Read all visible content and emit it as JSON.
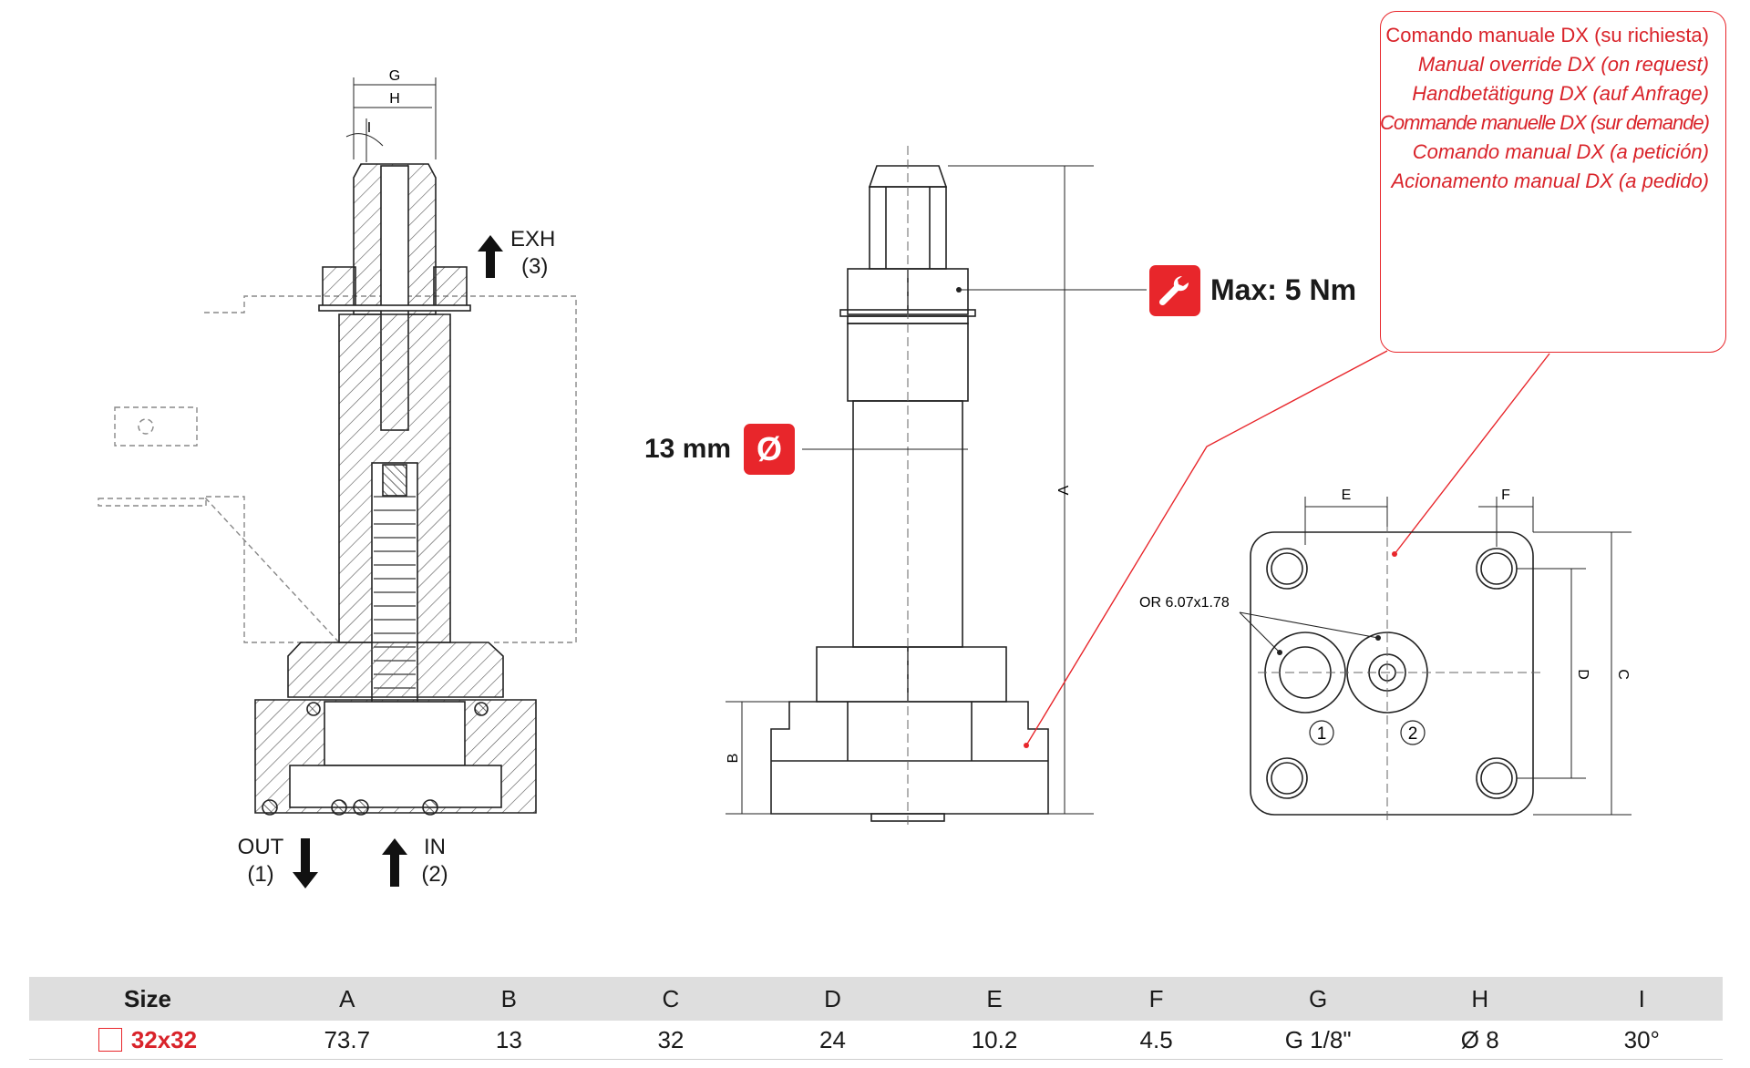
{
  "callout": {
    "lines": [
      "Comando manuale DX (su richiesta)",
      "Manual override DX (on request)",
      "Handbetätigung DX (auf Anfrage)",
      "Commande manuelle DX (sur demande)",
      "Comando manual DX (a petición)",
      "Acionamento manual DX (a pedido)"
    ]
  },
  "icons": {
    "tool": "wrench-icon",
    "diameter": "diameter-icon",
    "arrow_up": "arrow-up-icon",
    "arrow_down": "arrow-down-icon"
  },
  "torque": {
    "label": "Max: 5 Nm"
  },
  "diameter": {
    "value": "13 mm",
    "symbol": "Ø"
  },
  "ports": {
    "exh": {
      "name": "EXH",
      "num": "(3)"
    },
    "out": {
      "name": "OUT",
      "num": "(1)"
    },
    "in": {
      "name": "IN",
      "num": "(2)"
    }
  },
  "dims": {
    "G": "G",
    "H": "H",
    "I": "I",
    "A": "A",
    "B": "B",
    "C": "C",
    "D": "D",
    "E": "E",
    "F": "F"
  },
  "oring": "OR 6.07x1.78",
  "port_nums": {
    "p1": "1",
    "p2": "2"
  },
  "colors": {
    "accent": "#e8262b",
    "accent_text": "#d9232a",
    "header_bg": "#dedede"
  },
  "table": {
    "headers": [
      "Size",
      "A",
      "B",
      "C",
      "D",
      "E",
      "F",
      "G",
      "H",
      "I"
    ],
    "rows": [
      [
        "32x32",
        "73.7",
        "13",
        "32",
        "24",
        "10.2",
        "4.5",
        "G 1/8\"",
        "Ø 8",
        "30°"
      ]
    ]
  }
}
